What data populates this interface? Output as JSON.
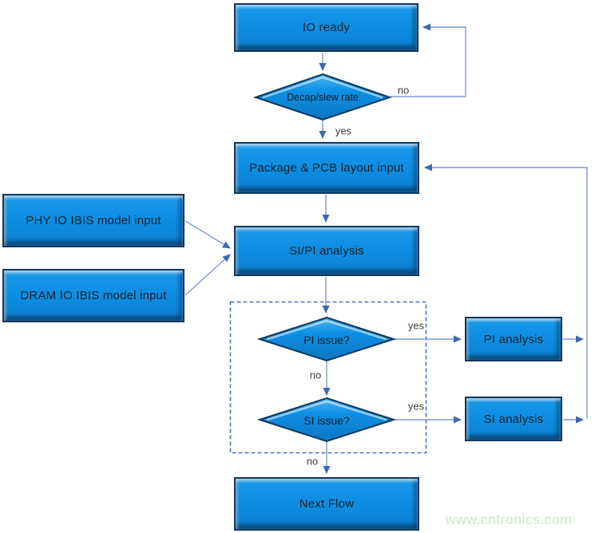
{
  "nodes": {
    "io_ready": {
      "label": "IO ready"
    },
    "decap": {
      "label": "Decap/slew rate"
    },
    "package": {
      "label": "Package & PCB layout input"
    },
    "phy": {
      "label": "PHY IO IBIS model input"
    },
    "dram": {
      "label": "DRAM IO IBIS model input"
    },
    "sipi": {
      "label": "SI/PI analysis"
    },
    "pi_issue": {
      "label": "PI issue?"
    },
    "si_issue": {
      "label": "SI issue?"
    },
    "pi_analysis": {
      "label": "PI analysis"
    },
    "si_analysis": {
      "label": "SI analysis"
    },
    "next_flow": {
      "label": "Next Flow"
    }
  },
  "edge_labels": {
    "decap_no": "no",
    "decap_yes": "yes",
    "pi_yes": "yes",
    "pi_no": "no",
    "si_yes": "yes",
    "si_no": "no"
  },
  "watermark": "www.cntronics.com",
  "colors": {
    "node_fill": "#0d8ee2",
    "node_border": "#11375c",
    "connector": "#7f9ad2",
    "arrowhead": "#3c68b0",
    "dashed_border": "#4a74c4",
    "watermark": "#c8e9c4"
  }
}
